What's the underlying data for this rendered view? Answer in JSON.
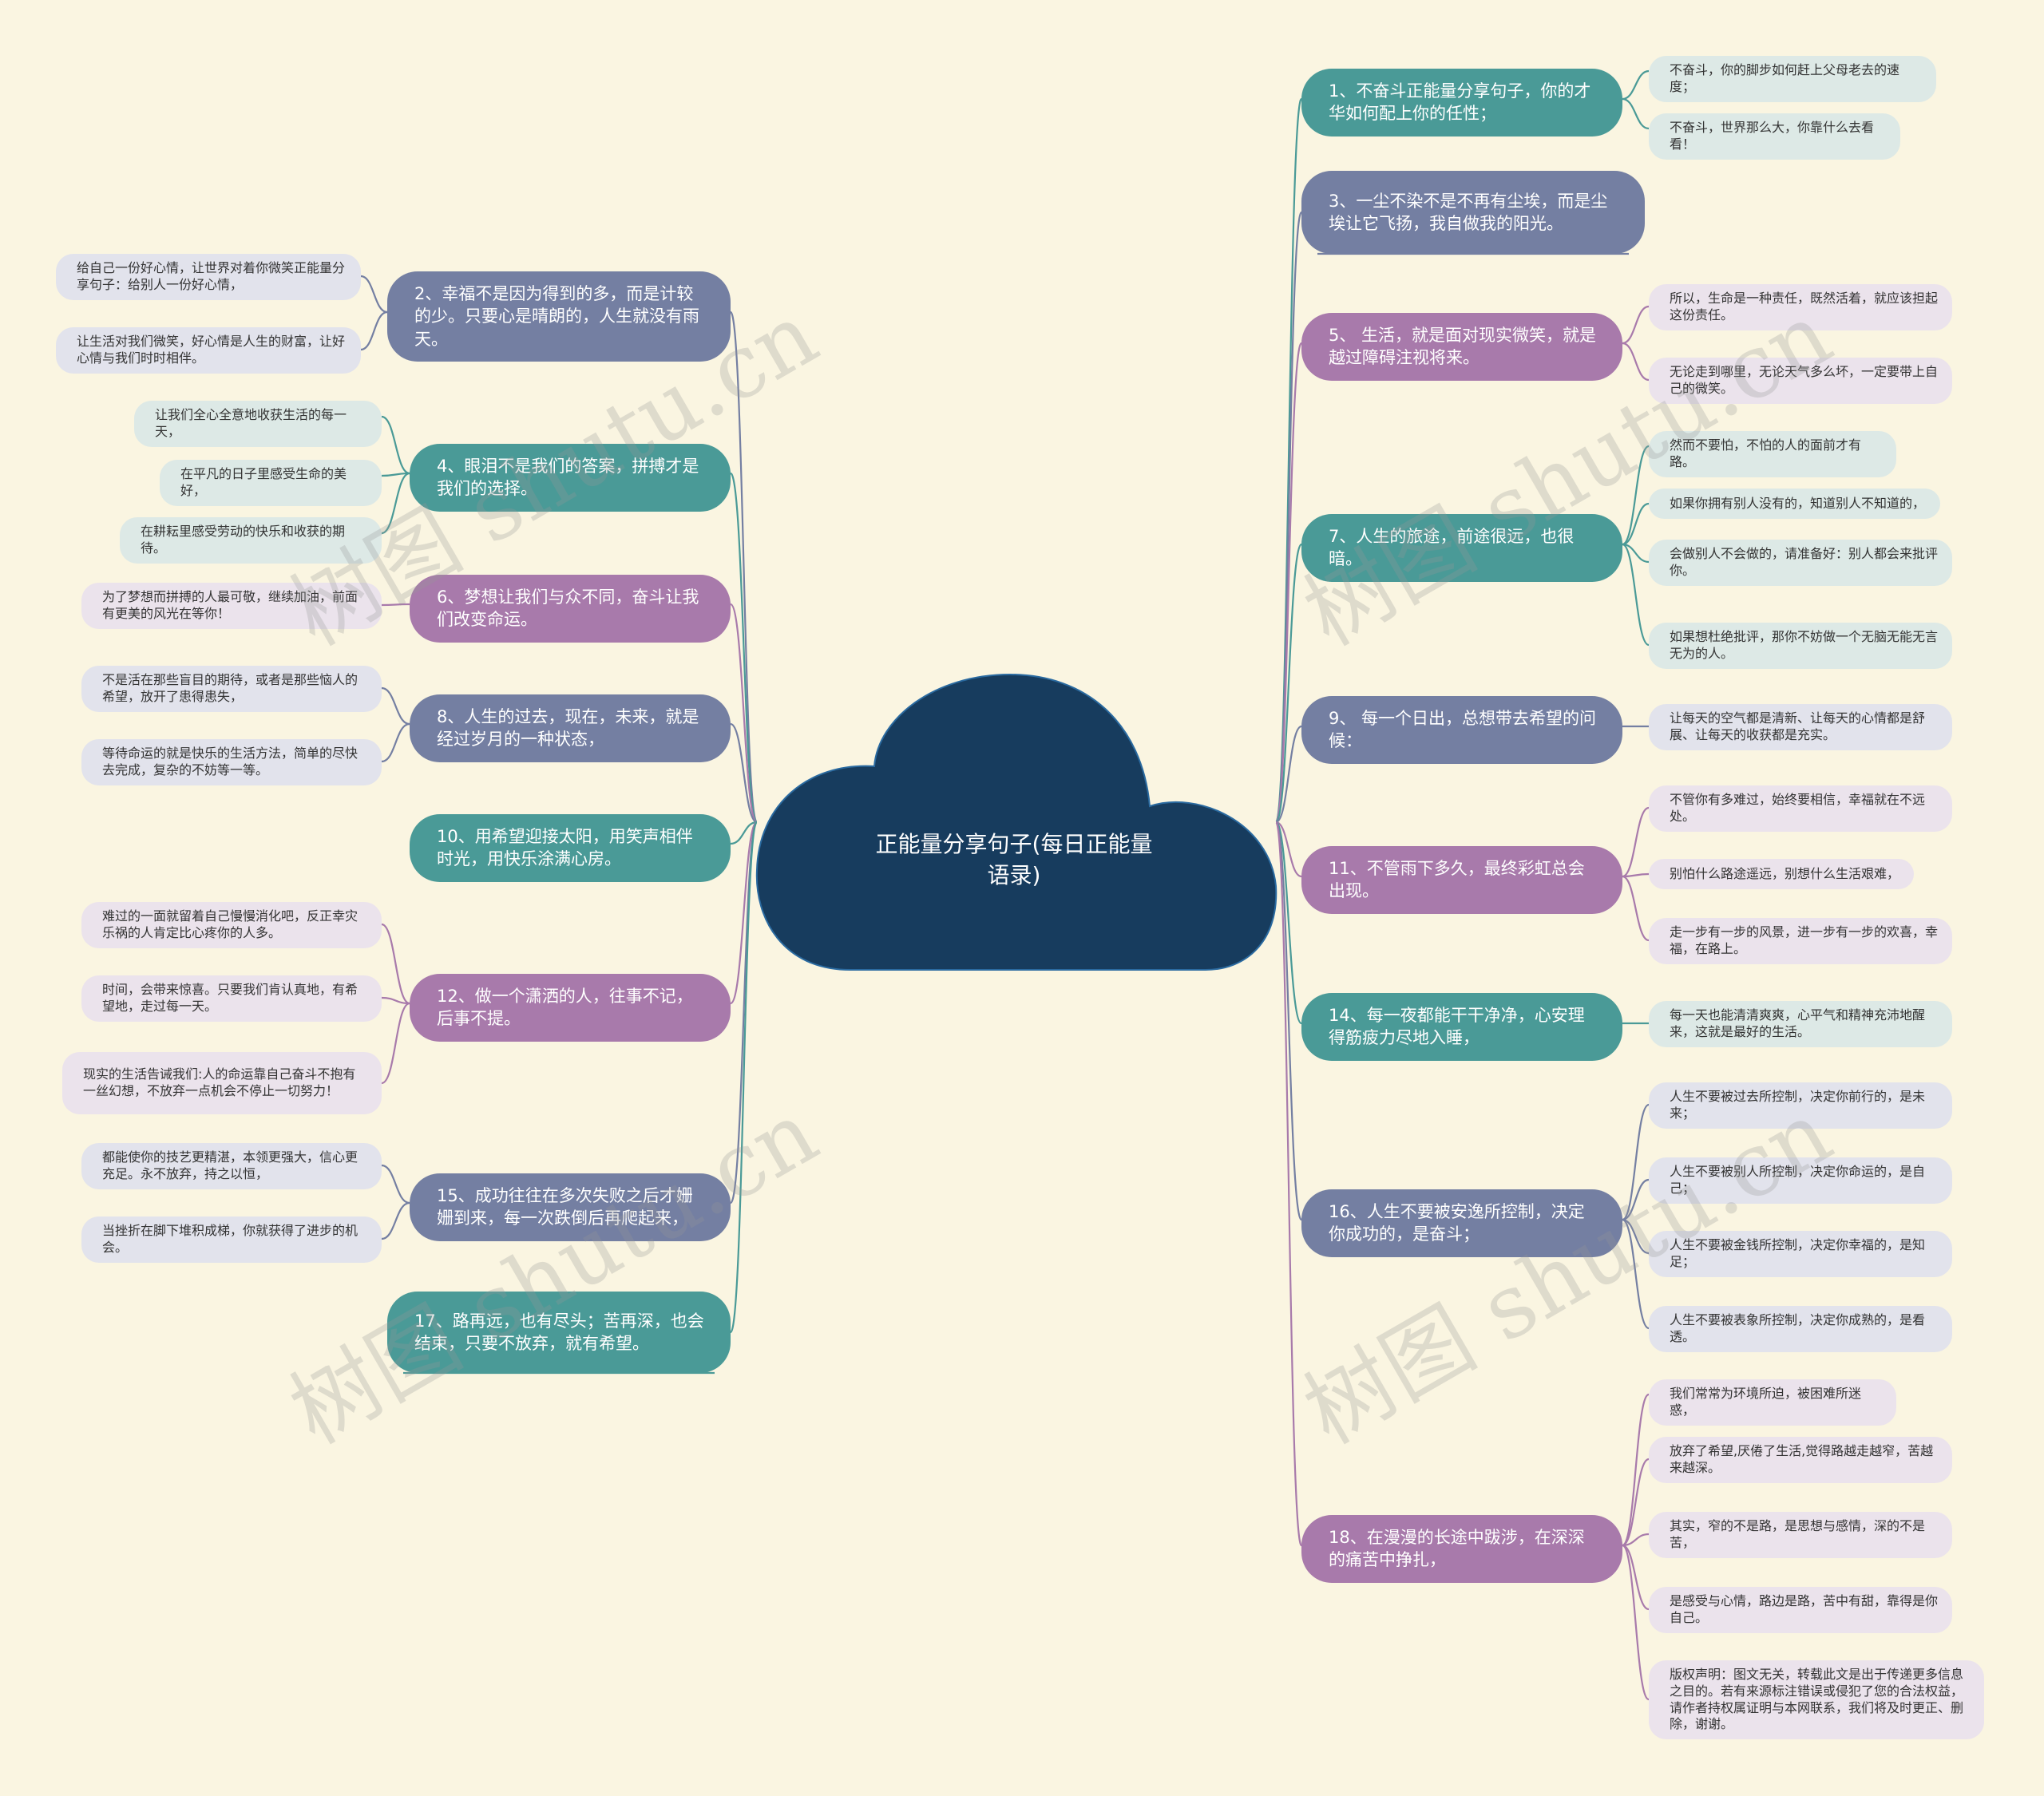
{
  "root": {
    "title": "正能量分享句子(每日正能量语录)"
  },
  "watermark": "树图 shutu.cn",
  "colors": {
    "background": "#faf5e1",
    "root": "#173c5e",
    "teal": "#4a9a97",
    "slate": "#747fa2",
    "purple": "#a87aab"
  },
  "left": [
    {
      "text": "2、幸福不是因为得到的多，而是计较的少。只要心是晴朗的，人生就没有雨天。",
      "color": "slate",
      "children": [
        "给自己一份好心情，让世界对着你微笑正能量分享句子：给别人一份好心情，",
        "让生活对我们微笑，好心情是人生的财富，让好心情与我们时时相伴。"
      ]
    },
    {
      "text": "4、眼泪不是我们的答案，拼搏才是我们的选择。",
      "color": "teal",
      "children": [
        "让我们全心全意地收获生活的每一天，",
        "在平凡的日子里感受生命的美好，",
        "在耕耘里感受劳动的快乐和收获的期待。"
      ]
    },
    {
      "text": "6、梦想让我们与众不同，奋斗让我们改变命运。",
      "color": "purple",
      "children": [
        "为了梦想而拼搏的人最可敬，继续加油，前面有更美的风光在等你！"
      ]
    },
    {
      "text": "8、人生的过去，现在，未来，就是经过岁月的一种状态，",
      "color": "slate",
      "children": [
        "不是活在那些盲目的期待，或者是那些恼人的希望，放开了患得患失，",
        "等待命运的就是快乐的生活方法，简单的尽快去完成，复杂的不妨等一等。"
      ]
    },
    {
      "text": "10、用希望迎接太阳，用笑声相伴时光，用快乐涂满心房。",
      "color": "teal",
      "children": []
    },
    {
      "text": "12、做一个潇洒的人，往事不记，后事不提。",
      "color": "purple",
      "children": [
        "难过的一面就留着自己慢慢消化吧，反正幸灾乐祸的人肯定比心疼你的人多。",
        "时间，会带来惊喜。只要我们肯认真地，有希望地，走过每一天。",
        "现实的生活告诫我们:人的命运靠自己奋斗不抱有一丝幻想，不放弃一点机会不停止一切努力！"
      ]
    },
    {
      "text": "15、成功往往在多次失败之后才姗姗到来，每一次跌倒后再爬起来，",
      "color": "slate",
      "children": [
        "都能使你的技艺更精湛，本领更强大，信心更充足。永不放弃，持之以恒，",
        "当挫折在脚下堆积成梯，你就获得了进步的机会。"
      ]
    },
    {
      "text": "17、路再远，也有尽头；苦再深，也会结束，只要不放弃，就有希望。",
      "color": "teal",
      "children": []
    }
  ],
  "right": [
    {
      "text": "1、不奋斗正能量分享句子，你的才华如何配上你的任性；",
      "color": "teal",
      "children": [
        "不奋斗，你的脚步如何赶上父母老去的速度；",
        "不奋斗，世界那么大，你靠什么去看看！"
      ]
    },
    {
      "text": "3、一尘不染不是不再有尘埃，而是尘埃让它飞扬，我自做我的阳光。",
      "color": "slate",
      "children": []
    },
    {
      "text": "5、 生活，就是面对现实微笑，就是越过障碍注视将来。",
      "color": "purple",
      "children": [
        "所以，生命是一种责任，既然活着，就应该担起这份责任。",
        "无论走到哪里，无论天气多么坏，一定要带上自己的微笑。"
      ]
    },
    {
      "text": "7、人生的旅途，前途很远，也很暗。",
      "color": "teal",
      "children": [
        "然而不要怕，不怕的人的面前才有路。",
        "如果你拥有别人没有的，知道别人不知道的，",
        "会做别人不会做的，请准备好：别人都会来批评你。",
        "如果想杜绝批评，那你不妨做一个无脑无能无言无为的人。"
      ]
    },
    {
      "text": "9、 每一个日出，总想带去希望的问候：",
      "color": "slate",
      "children": [
        "让每天的空气都是清新、让每天的心情都是舒展、让每天的收获都是充实。"
      ]
    },
    {
      "text": "11、不管雨下多久，最终彩虹总会出现。",
      "color": "purple",
      "children": [
        "不管你有多难过，始终要相信，幸福就在不远处。",
        "别怕什么路途遥远，别想什么生活艰难，",
        "走一步有一步的风景，进一步有一步的欢喜，幸福，在路上。"
      ]
    },
    {
      "text": "14、每一夜都能干干净净，心安理得筋疲力尽地入睡，",
      "color": "teal",
      "children": [
        "每一天也能清清爽爽，心平气和精神充沛地醒来，这就是最好的生活。"
      ]
    },
    {
      "text": "16、人生不要被安逸所控制，决定你成功的，是奋斗；",
      "color": "slate",
      "children": [
        "人生不要被过去所控制，决定你前行的，是未来；",
        "人生不要被别人所控制，决定你命运的，是自己；",
        "人生不要被金钱所控制，决定你幸福的，是知足；",
        "人生不要被表象所控制，决定你成熟的，是看透。"
      ]
    },
    {
      "text": "18、在漫漫的长途中跋涉，在深深的痛苦中挣扎，",
      "color": "purple",
      "children": [
        "我们常常为环境所迫，被困难所迷惑，",
        "放弃了希望,厌倦了生活,觉得路越走越窄，苦越来越深。",
        "其实，窄的不是路，是思想与感情，深的不是苦，",
        "是感受与心情，路边是路，苦中有甜，靠得是你自己。",
        "版权声明：图文无关，转载此文是出于传递更多信息之目的。若有来源标注错误或侵犯了您的合法权益，请作者持权属证明与本网联系，我们将及时更正、删除，谢谢。"
      ]
    }
  ]
}
